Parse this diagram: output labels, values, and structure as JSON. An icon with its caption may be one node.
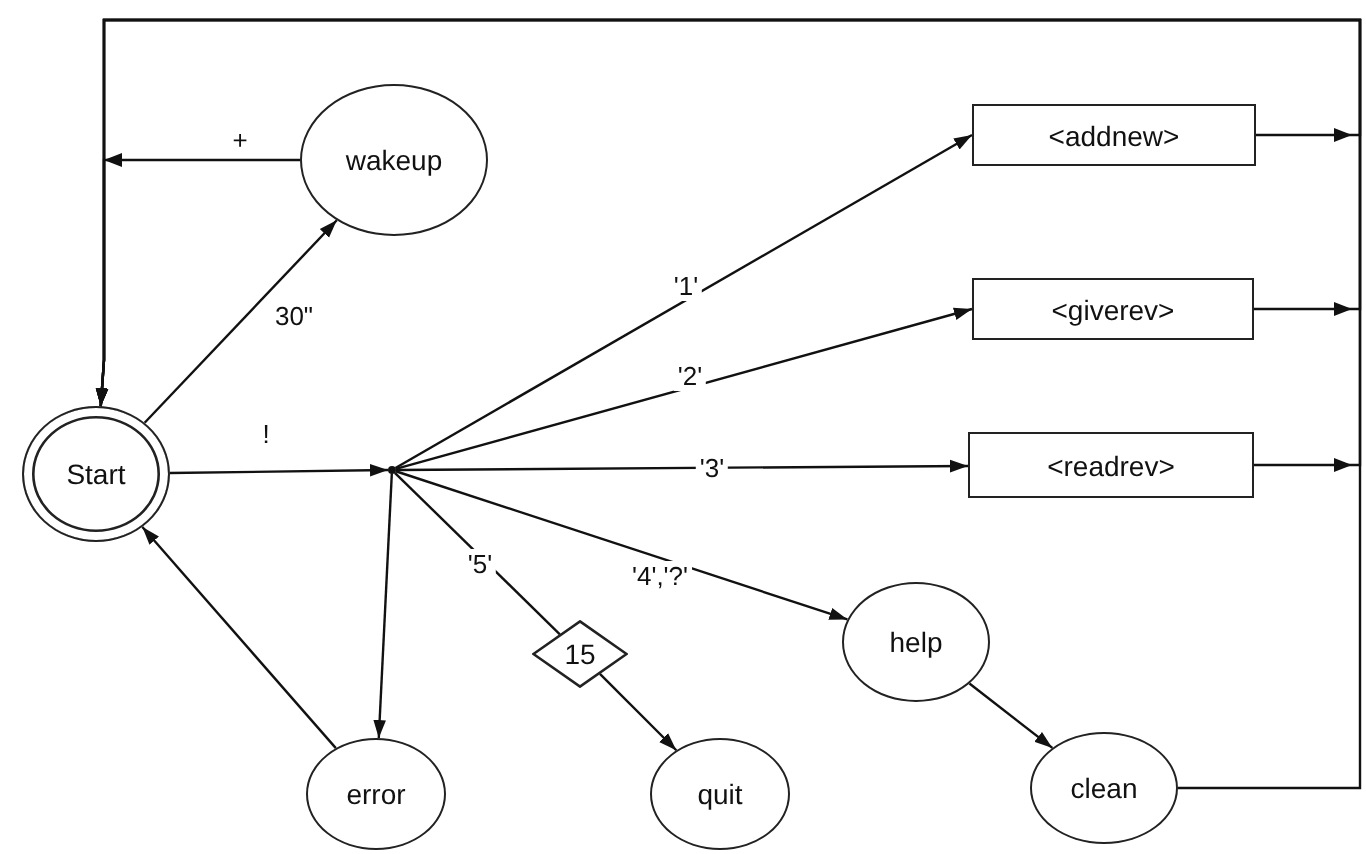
{
  "diagram": {
    "nodes": [
      {
        "text": [
          "Start"
        ]
      },
      {
        "text": [
          "wakeup"
        ]
      },
      {
        "text": [],
        "shape": "dot"
      },
      {
        "text": [
          "<addnew>"
        ]
      },
      {
        "text": [
          "<giverev>"
        ]
      },
      {
        "text": [
          "<readrev>"
        ]
      },
      {
        "text": [
          "help"
        ]
      },
      {
        "text": [
          "15"
        ]
      },
      {
        "text": [
          "error"
        ]
      },
      {
        "text": [
          "quit"
        ]
      },
      {
        "text": [
          "clean"
        ]
      }
    ],
    "edges": [
      {
        "from": 0,
        "to": 1,
        "arrow": "to",
        "label": "30\""
      },
      {
        "from": 1,
        "to": 0,
        "arrow": "to",
        "label": "+"
      },
      {
        "from": 0,
        "to": 2,
        "arrow": "to",
        "label": "!"
      },
      {
        "from": 2,
        "to": 3,
        "arrow": "to",
        "label": "'1'"
      },
      {
        "from": 2,
        "to": 4,
        "arrow": "to",
        "label": "'2'"
      },
      {
        "from": 2,
        "to": 5,
        "arrow": "to",
        "label": "'3'"
      },
      {
        "from": 2,
        "to": 6,
        "arrow": "to",
        "label": "'4','?'"
      },
      {
        "from": 2,
        "to": 7,
        "arrow": "none",
        "label": "'5'"
      },
      {
        "from": 7,
        "to": 9,
        "arrow": "to"
      },
      {
        "from": 2,
        "to": 8,
        "arrow": "to"
      },
      {
        "from": 8,
        "to": 0,
        "arrow": "to"
      },
      {
        "from": 6,
        "to": 10,
        "arrow": "to"
      },
      {
        "from": 3,
        "to": 0,
        "arrow": "to"
      },
      {
        "from": 4,
        "to": 0,
        "arrow": "to"
      },
      {
        "from": 5,
        "to": 0,
        "arrow": "to"
      },
      {
        "from": 10,
        "to": 0,
        "arrow": "to"
      }
    ]
  }
}
